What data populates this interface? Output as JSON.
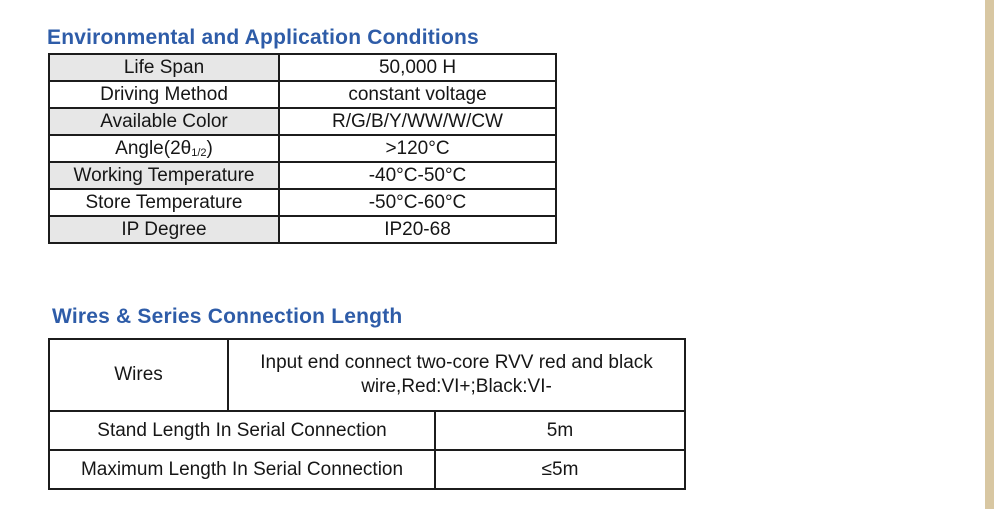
{
  "page": {
    "background": "#ffffff",
    "side_strip_color": "#d8c7a2",
    "title_color": "#2e5ca8",
    "table_border_color": "#1c1c1c",
    "shaded_cell_color": "#e7e7e7",
    "text_color": "#161616"
  },
  "env_section": {
    "title": "Environmental and Application Conditions",
    "rows": [
      {
        "label": "Life Span",
        "value": "50,000 H"
      },
      {
        "label": "Driving Method",
        "value": "constant voltage"
      },
      {
        "label": "Available Color",
        "value": "R/G/B/Y/WW/W/CW"
      },
      {
        "label_parts": [
          "Angle(2θ",
          "1/2",
          ")"
        ],
        "value": ">120°C"
      },
      {
        "label": "Working Temperature",
        "value": "-40°C-50°C"
      },
      {
        "label": "Store Temperature",
        "value": "-50°C-60°C"
      },
      {
        "label": "IP Degree",
        "value": "IP20-68"
      }
    ]
  },
  "wires_section": {
    "title": "Wires & Series Connection Length",
    "rows": [
      {
        "label": "Wires",
        "value_lines": [
          "Input end connect two-core RVV red and black",
          "wire,Red:VI+;Black:VI-"
        ]
      },
      {
        "label": "Stand Length In Serial Connection",
        "value": "5m"
      },
      {
        "label": "Maximum Length In Serial Connection",
        "value": "≤5m"
      }
    ]
  }
}
